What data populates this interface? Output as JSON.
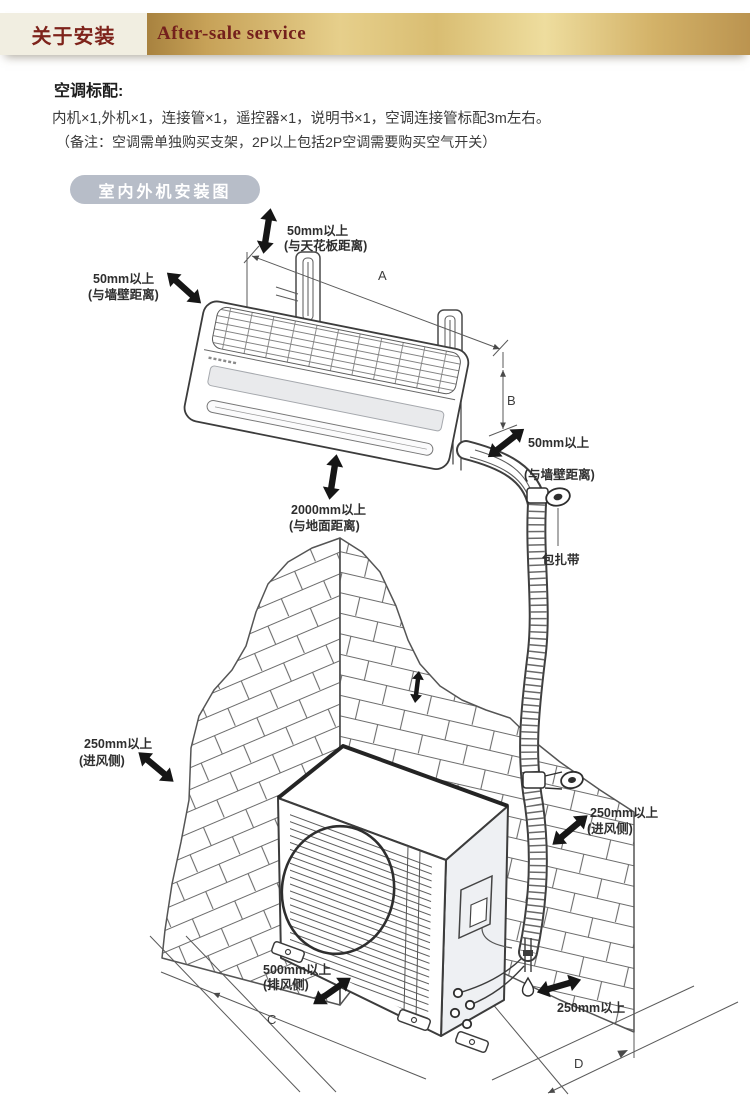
{
  "header": {
    "tab_cn": "关于安装",
    "tab_en": "After-sale service"
  },
  "intro": {
    "heading": "空调标配:",
    "line1": "内机×1,外机×1，连接管×1，遥控器×1，说明书×1，空调连接管标配3m左右。",
    "note": "（备注：空调需单独购买支架，2P以上包括2P空调需要购买空气开关）"
  },
  "section_badge": "室内外机安装图",
  "diagram": {
    "annotations": {
      "ceiling": {
        "l1": "50mm以上",
        "l2": "(与天花板距离)"
      },
      "wall_left": {
        "l1": "50mm以上",
        "l2": "(与墙壁距离)"
      },
      "wall_right": {
        "l1": "50mm以上",
        "l2": "(与墙壁距离)"
      },
      "ground": {
        "l1": "2000mm以上",
        "l2": "(与地面距离)"
      },
      "intake_left": {
        "l1": "250mm以上",
        "l2": "(进风侧)"
      },
      "intake_right": {
        "l1": "250mm以上",
        "l2": "(进风侧)"
      },
      "exhaust": {
        "l1": "500mm以上",
        "l2": "(排风侧)"
      },
      "rear": {
        "l1": "250mm以上"
      },
      "tape": "包扎带",
      "dimA": "A",
      "dimB": "B",
      "dimC": "C",
      "dimD": "D"
    },
    "colors": {
      "line": "#4a4a4a",
      "arrow": "#161616",
      "text": "#2e2e2e"
    }
  },
  "colors": {
    "banner_left_bg": "#f1eee1",
    "banner_text": "#7e231b",
    "gold_dark": "#a8823f",
    "gold_light": "#eedd9e",
    "badge_bg": "#b7bdc8",
    "badge_text": "#ffffff"
  }
}
